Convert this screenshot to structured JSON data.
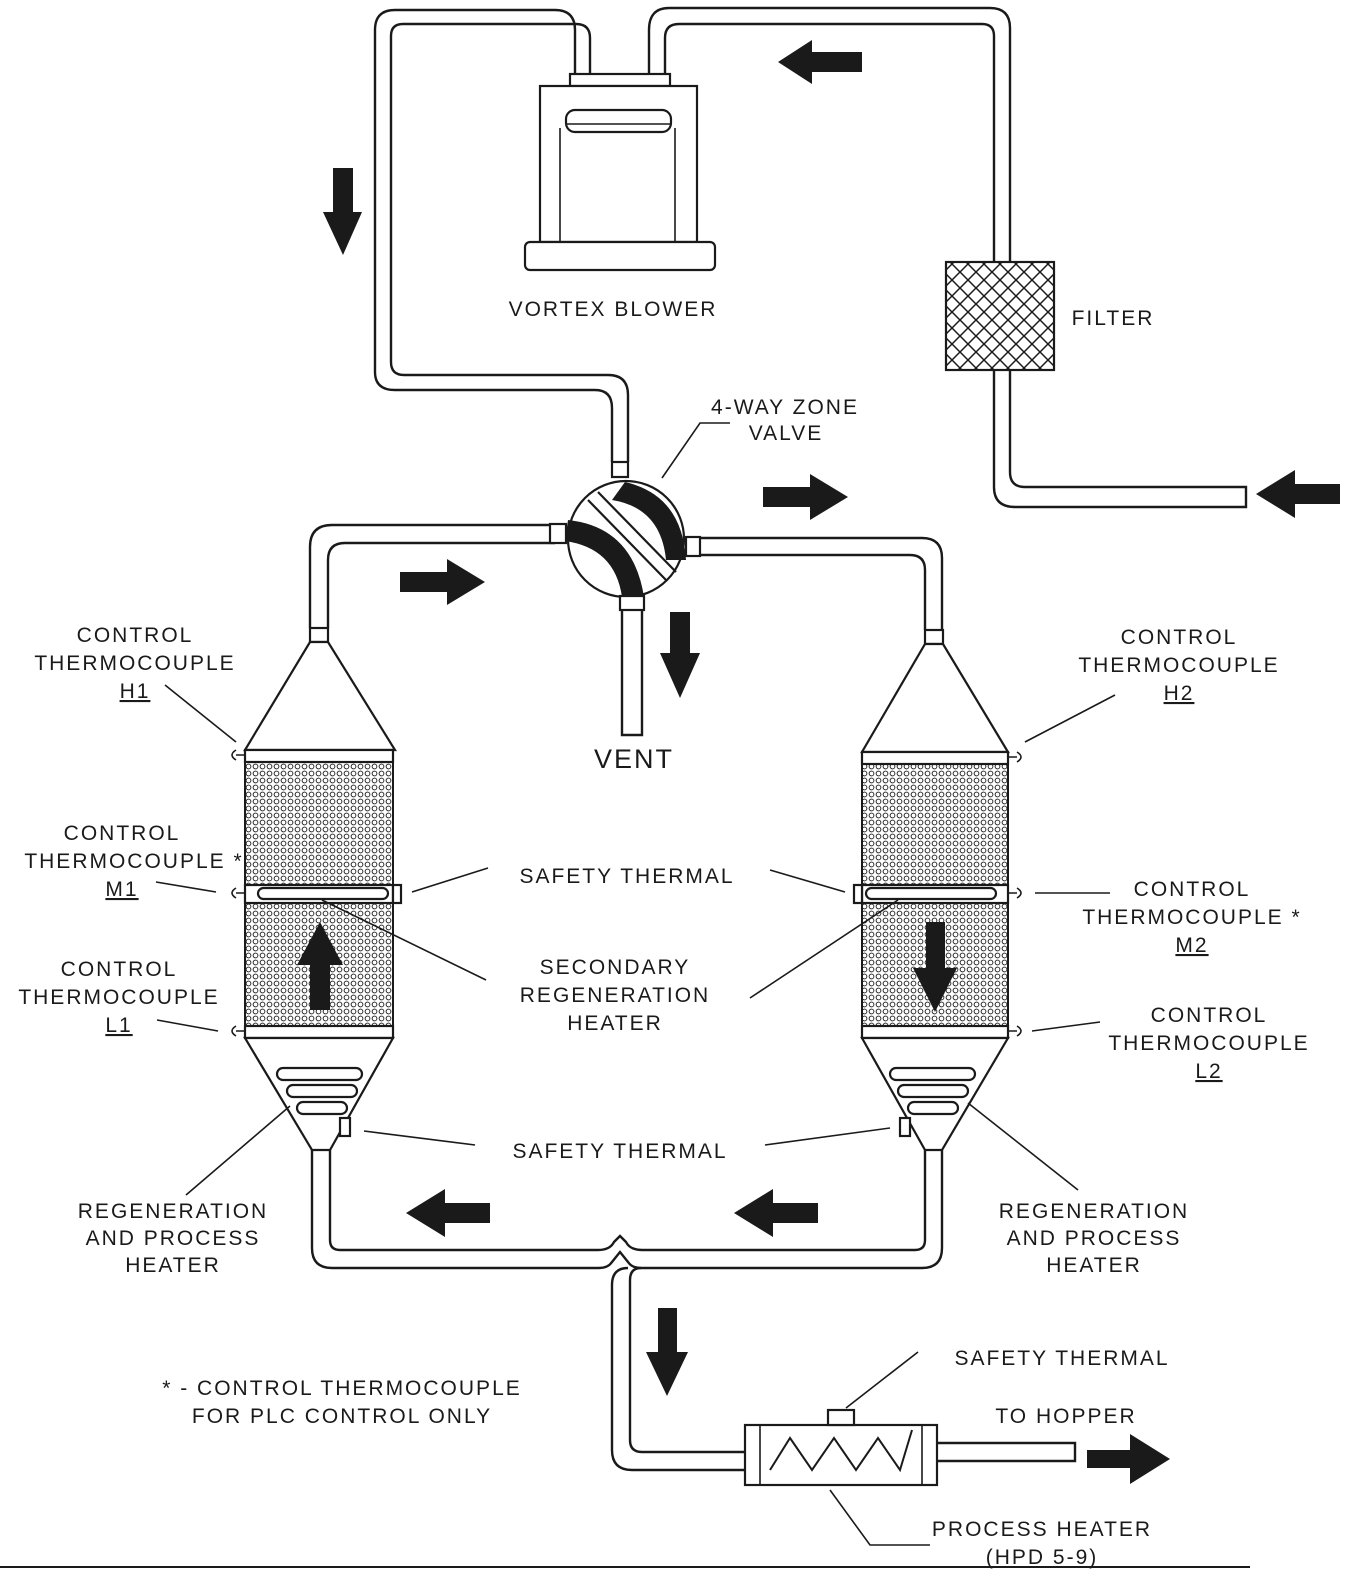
{
  "labels": {
    "vortex_blower": "VORTEX BLOWER",
    "filter": "FILTER",
    "zone_valve_line1": "4-WAY ZONE",
    "zone_valve_line2": "VALVE",
    "vent": "VENT",
    "h1": [
      "CONTROL",
      "THERMOCOUPLE",
      "H1"
    ],
    "h2": [
      "CONTROL",
      "THERMOCOUPLE",
      "H2"
    ],
    "m1": [
      "CONTROL",
      "THERMOCOUPLE *",
      "M1"
    ],
    "m2": [
      "CONTROL",
      "THERMOCOUPLE *",
      "M2"
    ],
    "l1": [
      "CONTROL",
      "THERMOCOUPLE",
      "L1"
    ],
    "l2": [
      "CONTROL",
      "THERMOCOUPLE",
      "L2"
    ],
    "safety_thermal_mid": "SAFETY THERMAL",
    "secondary_heater": [
      "SECONDARY",
      "REGENERATION",
      "HEATER"
    ],
    "safety_thermal_low": "SAFETY THERMAL",
    "regen_left": [
      "REGENERATION",
      "AND PROCESS",
      "HEATER"
    ],
    "regen_right": [
      "REGENERATION",
      "AND PROCESS",
      "HEATER"
    ],
    "footnote": [
      "* - CONTROL THERMOCOUPLE",
      "FOR PLC CONTROL ONLY"
    ],
    "safety_thermal_process": "SAFETY THERMAL",
    "to_hopper": "TO HOPPER",
    "process_heater": [
      "PROCESS HEATER",
      "(HPD 5-9)"
    ]
  },
  "colors": {
    "ink": "#1a1a1a",
    "background": "#ffffff"
  }
}
